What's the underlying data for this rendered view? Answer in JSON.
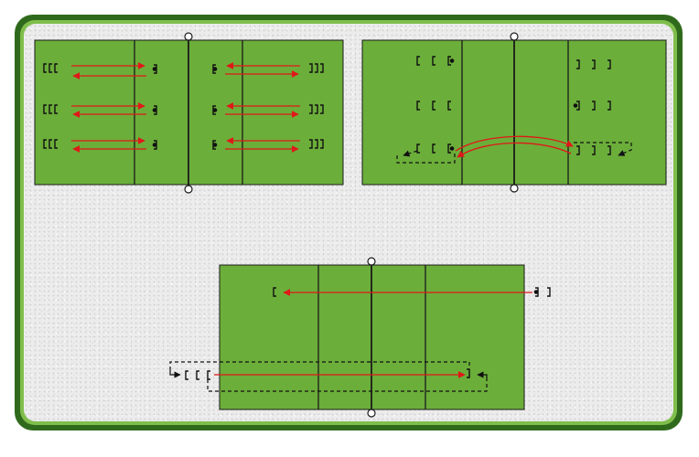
{
  "diagram": {
    "colors": {
      "court": "#6bae3a",
      "court_line": "#1a1a1a",
      "frame_dark": "#2f6a1c",
      "frame_light": "#7fbe4c",
      "arrow_red": "#e01818"
    },
    "courts": [
      {
        "id": "top-left",
        "description_icon": "volleyball-court"
      },
      {
        "id": "top-right",
        "description_icon": "volleyball-court"
      },
      {
        "id": "bottom",
        "description_icon": "volleyball-court"
      }
    ],
    "player_marker": "["
  }
}
